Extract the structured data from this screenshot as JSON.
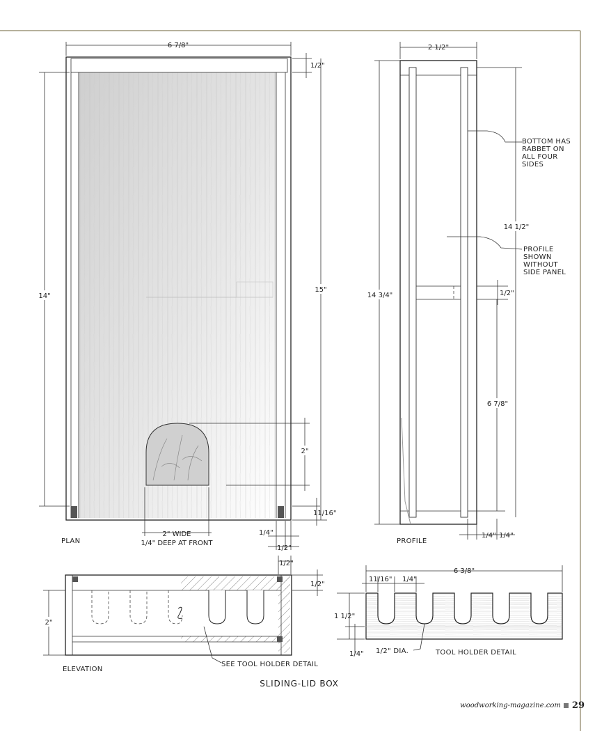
{
  "labels": {
    "plan": "PLAN",
    "profile": "PROFILE",
    "elevation": "ELEVATION",
    "tool_holder_detail": "TOOL HOLDER DETAIL",
    "main_title": "SLIDING-LID BOX",
    "bottom_rabbet_line1": "BOTTOM HAS",
    "bottom_rabbet_line2": "RABBET ON",
    "bottom_rabbet_line3": "ALL FOUR",
    "bottom_rabbet_line4": "SIDES",
    "profile_note_line1": "PROFILE",
    "profile_note_line2": "SHOWN",
    "profile_note_line3": "WITHOUT",
    "profile_note_line4": "SIDE PANEL",
    "cutout_note_line1": "2\" WIDE",
    "cutout_note_line2": "1/4\" DEEP AT FRONT",
    "see_detail": "SEE TOOL HOLDER DETAIL",
    "dia_note": "1/2\" DIA."
  },
  "dimensions": {
    "plan_width": "6 7/8\"",
    "plan_top_thickness": "1/2\"",
    "plan_height": "14\"",
    "plan_overall": "15\"",
    "cutout_height": "2\"",
    "bottom_gap": "11/16\"",
    "bottom_quarter": "1/4\"",
    "bottom_half": "1/2\"",
    "profile_width": "2 1/2\"",
    "profile_overall": "14 3/4\"",
    "profile_inner": "14 1/2\"",
    "profile_divider": "1/2\"",
    "profile_lower": "6 7/8\"",
    "profile_quarter_a": "1/4\"",
    "profile_quarter_b": "1/4\"",
    "elev_top": "1/2\"",
    "elev_side": "1/2\"",
    "elev_height": "2\"",
    "tool_width": "6 3/8\"",
    "tool_slot_offset": "11/16\"",
    "tool_slot_width": "1/4\"",
    "tool_height": "1 1/2\"",
    "tool_bottom": "1/4\""
  },
  "footer": {
    "site": "woodworking-magazine.com",
    "page": "29"
  },
  "colors": {
    "ink": "#222222",
    "wood_shade": "#d9d9d9",
    "page_bg": "#ffffff"
  }
}
